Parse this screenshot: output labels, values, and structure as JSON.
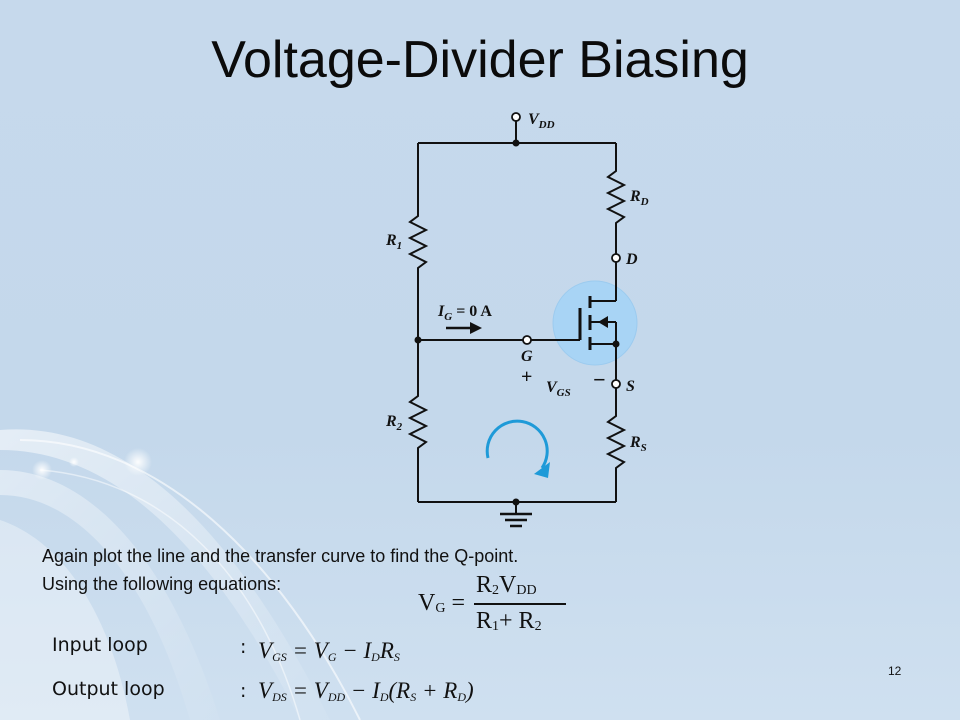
{
  "title": "Voltage-Divider Biasing",
  "circuit": {
    "vdd_main": "V",
    "vdd_sub": "DD",
    "r1_main": "R",
    "r1_sub": "1",
    "r2_main": "R",
    "r2_sub": "2",
    "rd_main": "R",
    "rd_sub": "D",
    "rs_main": "R",
    "rs_sub": "S",
    "d_label": "D",
    "s_label": "S",
    "g_label": "G",
    "ig_main": "I",
    "ig_sub": "G",
    "ig_value": " = 0 A",
    "vgs_main": "V",
    "vgs_sub": "GS",
    "plus": "+",
    "minus": "−"
  },
  "text": {
    "line1": "Again plot the line and the transfer curve to find the Q-point.",
    "line2": "Using the following equations:"
  },
  "vg_formula": {
    "lhs_main": "V",
    "lhs_sub": "G",
    "equals": " =",
    "num_a": "R",
    "num_a_sub": "2",
    "num_b": "V",
    "num_b_sub": "DD",
    "den_a": "R",
    "den_a_sub": "1",
    "den_plus": "+ R",
    "den_b_sub": "2"
  },
  "input_loop": {
    "label": "Input loop",
    "colon": ":",
    "eq_v": "V",
    "eq_v_sub": "GS",
    "eq_rest1": " = V",
    "eq_vg_sub": "G",
    "eq_rest2": " − I",
    "eq_id_sub": "D",
    "eq_rest3": "R",
    "eq_rs_sub": "S"
  },
  "output_loop": {
    "label": "Output loop",
    "colon": ":",
    "eq_v": "V",
    "eq_v_sub": "DS",
    "eq_rest1": " = V",
    "eq_vdd_sub": "DD",
    "eq_rest2": " − I",
    "eq_id_sub": "D",
    "eq_rest3": "(R",
    "eq_rs_sub": "S",
    "eq_rest4": " + R",
    "eq_rd_sub": "D",
    "eq_rest5": ")"
  },
  "page_number": "12",
  "colors": {
    "background": "#c6d9ec",
    "mosfet_highlight": "#a8d4f5",
    "loop_arrow": "#1e9ad8"
  }
}
